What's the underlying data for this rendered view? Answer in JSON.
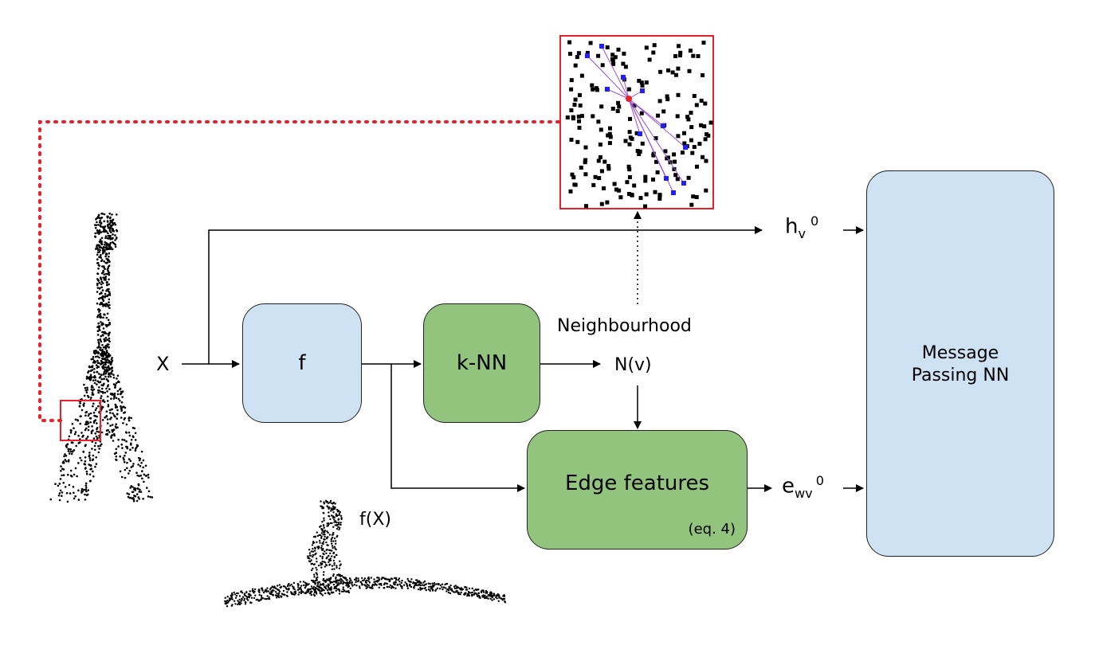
{
  "colors": {
    "blue_box": "#cfe2f3",
    "green_box": "#93c47d",
    "highlight": "#e8202a",
    "neighbor": "#1f1fff",
    "edge": "#9b4fd6"
  },
  "nodes": {
    "input_label": "X",
    "f_label": "f",
    "knn_label": "k-NN",
    "neighbourhood_label": "Neighbourhood",
    "nv_label": "N(v)",
    "edge_features_label": "Edge features",
    "edge_features_ref": "(eq. 4)",
    "mpnn_line1": "Message",
    "mpnn_line2": "Passing NN",
    "fx_label": "f(X)"
  },
  "outputs": {
    "h_base": "h",
    "h_sub": "v",
    "h_sup": "0",
    "e_base": "e",
    "e_sub": "wv",
    "e_sup": "0"
  },
  "icons": [
    "guitar-point-cloud-icon",
    "transformed-point-cloud-icon",
    "zoomed-neighbourhood-icon"
  ]
}
